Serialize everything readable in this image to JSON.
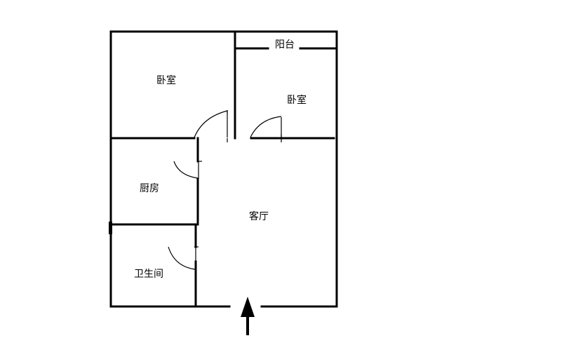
{
  "rooms": {
    "bedroom_left": "卧室",
    "balcony": "阳台",
    "bedroom_right": "卧室",
    "kitchen": "厨房",
    "living_room": "客厅",
    "bathroom": "卫生间"
  },
  "icons": {
    "entrance": "arrow-up-icon"
  },
  "colors": {
    "line": "#000000",
    "background": "#ffffff"
  }
}
